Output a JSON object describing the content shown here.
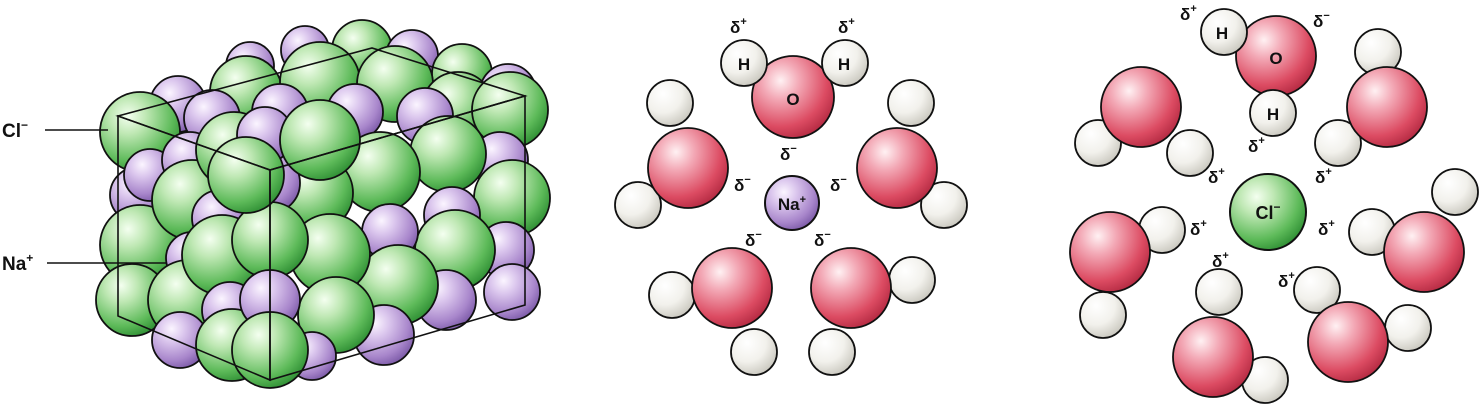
{
  "lattice": {
    "chloride_label": "Cl",
    "chloride_charge": "−",
    "sodium_label": "Na",
    "sodium_charge": "+"
  },
  "sodium_hydration": {
    "ion_label": "Na",
    "ion_charge": "+",
    "oxygen_label": "O",
    "hydrogen_label": "H",
    "partial_symbol": "δ",
    "partial_positive": "+",
    "partial_negative": "−"
  },
  "chloride_hydration": {
    "ion_label": "Cl",
    "ion_charge": "−",
    "oxygen_label": "O",
    "hydrogen_label": "H",
    "partial_symbol": "δ",
    "partial_positive": "+",
    "partial_negative": "−"
  },
  "colors": {
    "chloride": "#6fc36b",
    "sodium": "#b99ad6",
    "oxygen": "#e0596e",
    "hydrogen": "#efede6",
    "outline": "#111111"
  }
}
